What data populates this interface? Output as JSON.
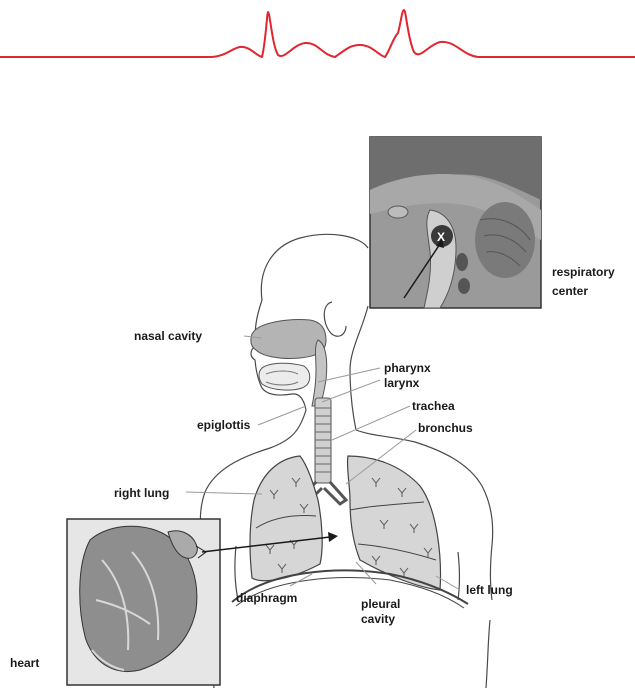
{
  "colors": {
    "ecg_line": "#e0262f",
    "organ_fill": "#b4b4b4",
    "lung_fill": "#d6d6d6",
    "label_text": "#1a1a1a"
  },
  "labels": {
    "respiratory_center_line1": "respiratory",
    "respiratory_center_line2": "center",
    "nasal_cavity": "nasal cavity",
    "pharynx": "pharynx",
    "larynx": "larynx",
    "epiglottis": "epiglottis",
    "trachea": "trachea",
    "bronchus": "bronchus",
    "right_lung": "right lung",
    "left_lung": "left lung",
    "diaphragm": "diaphragm",
    "pleural_cavity_line1": "pleural",
    "pleural_cavity_line2": "cavity",
    "heart": "heart",
    "brain_marker": "X"
  },
  "icons": {
    "header": "ecg-waveform-icon",
    "brain_inset": "brainstem-illustration",
    "heart_inset": "heart-illustration"
  }
}
